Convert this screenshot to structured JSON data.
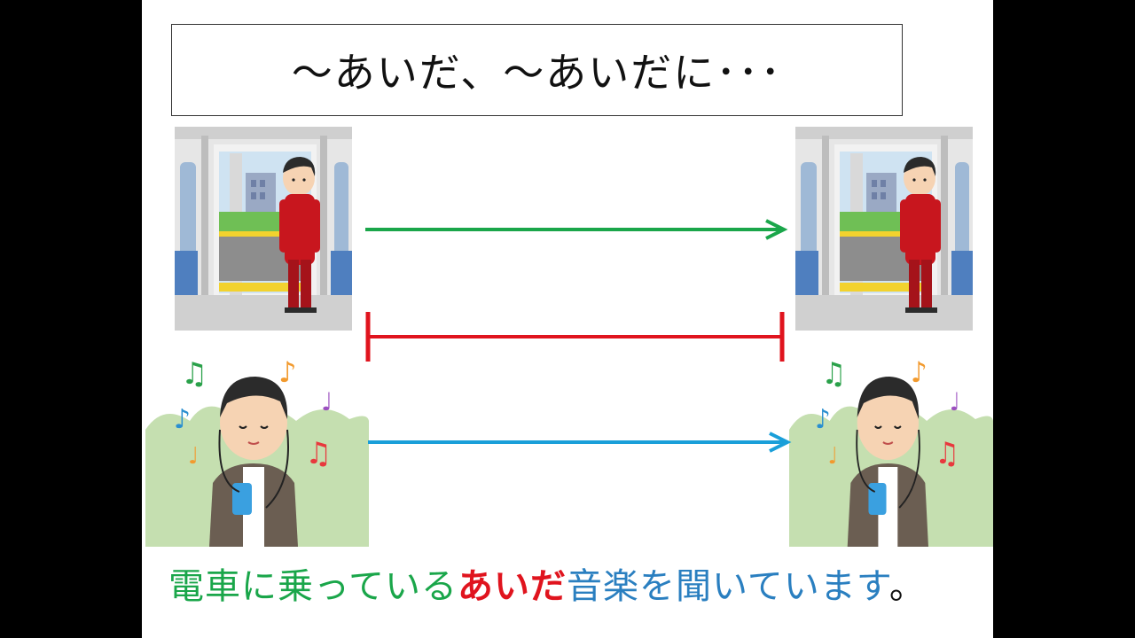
{
  "title": "～あいだ、～あいだに･･･",
  "sentence": {
    "part1": "電車に乗っている",
    "part2": "あいだ",
    "part3": "音楽を聞いています",
    "part4": "。"
  },
  "colors": {
    "green": "#1aa64a",
    "red": "#e0141e",
    "blue": "#1a9fd9",
    "sentence_green": "#1aa64a",
    "sentence_red": "#e0141e",
    "sentence_blue": "#2a7fc0",
    "sentence_black": "#111111"
  },
  "illustrations": [
    {
      "name": "train-man-start-image",
      "depicts": "man-standing-in-train"
    },
    {
      "name": "train-man-end-image",
      "depicts": "man-standing-in-train"
    },
    {
      "name": "music-man-start-image",
      "depicts": "man-listening-to-music"
    },
    {
      "name": "music-man-end-image",
      "depicts": "man-listening-to-music"
    }
  ]
}
